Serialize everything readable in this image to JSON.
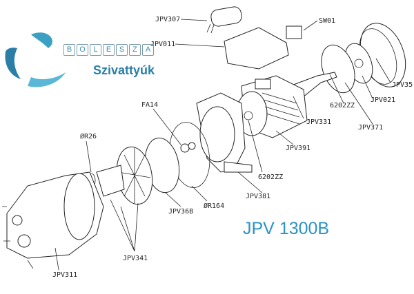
{
  "logo": {
    "letters": [
      "B",
      "O",
      "L",
      "E",
      "S",
      "Z",
      "A"
    ],
    "subtitle": "Szivattyúk",
    "accent": "#2b7fa6"
  },
  "model": "JPV 1300B",
  "labels": {
    "jpv307": "JPV307",
    "sw01": "SW01",
    "jpv011": "JPV011",
    "jpv35": "JPV35",
    "b6202zz_top": "6202ZZ",
    "jpv021": "JPV021",
    "jpv331": "JPV331",
    "jpv371": "JPV371",
    "fa14": "FA14",
    "or26": "ØR26",
    "jpv391": "JPV391",
    "b6202zz_bottom": "6202ZZ",
    "or164": "ØR164",
    "jpv36b": "JPV36B",
    "jpv381": "JPV381",
    "jpv341": "JPV341",
    "jpv311": "JPV311"
  }
}
